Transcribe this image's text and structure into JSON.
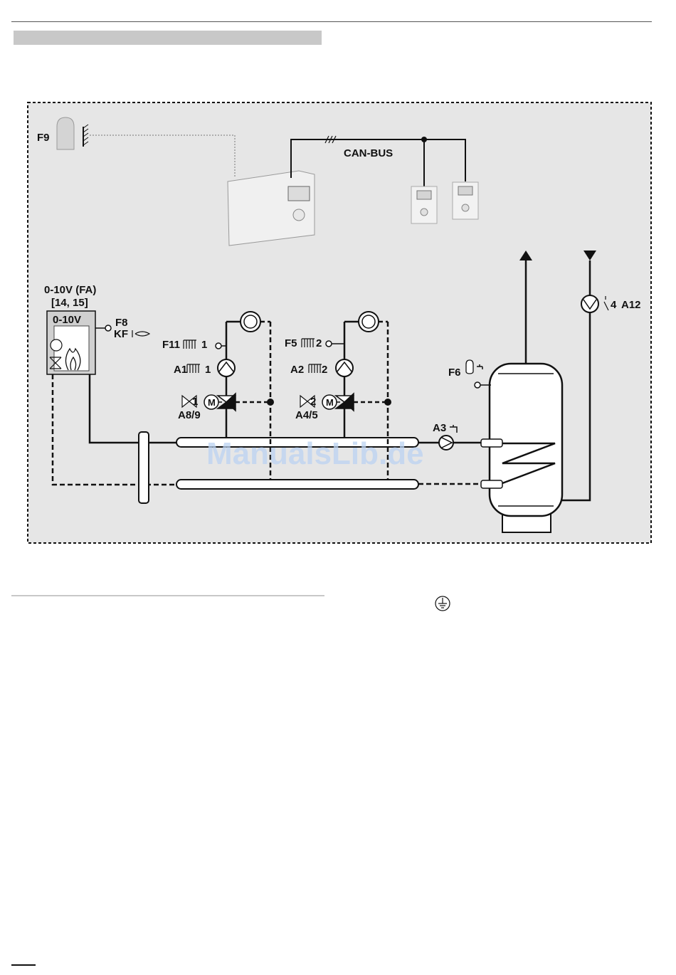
{
  "labels": {
    "f9": "F9",
    "can_bus": "CAN-BUS",
    "boiler_title_line1": "0-10V (FA)",
    "boiler_title_line2": "[14, 15]",
    "boiler_box_label": "0-10V",
    "f8": "F8",
    "kf": "KF",
    "f11": "F11",
    "f11_num": "1",
    "a1": "A1",
    "a1_num": "1",
    "valve1_num": "1",
    "a89": "A8/9",
    "f5": "F5",
    "f5_num": "2",
    "a2": "A2",
    "a2_num": "2",
    "valve2_num": "2",
    "a45": "A4/5",
    "f6": "F6",
    "a3": "A3",
    "a12_num": "4",
    "a12": "A12",
    "motor": "M",
    "watermark": "ManualsLib.de"
  },
  "colors": {
    "line": "#111111",
    "panel": "#e6e6e6",
    "header_bar": "#c8c8c8",
    "watermark": "#bcd3f2"
  }
}
